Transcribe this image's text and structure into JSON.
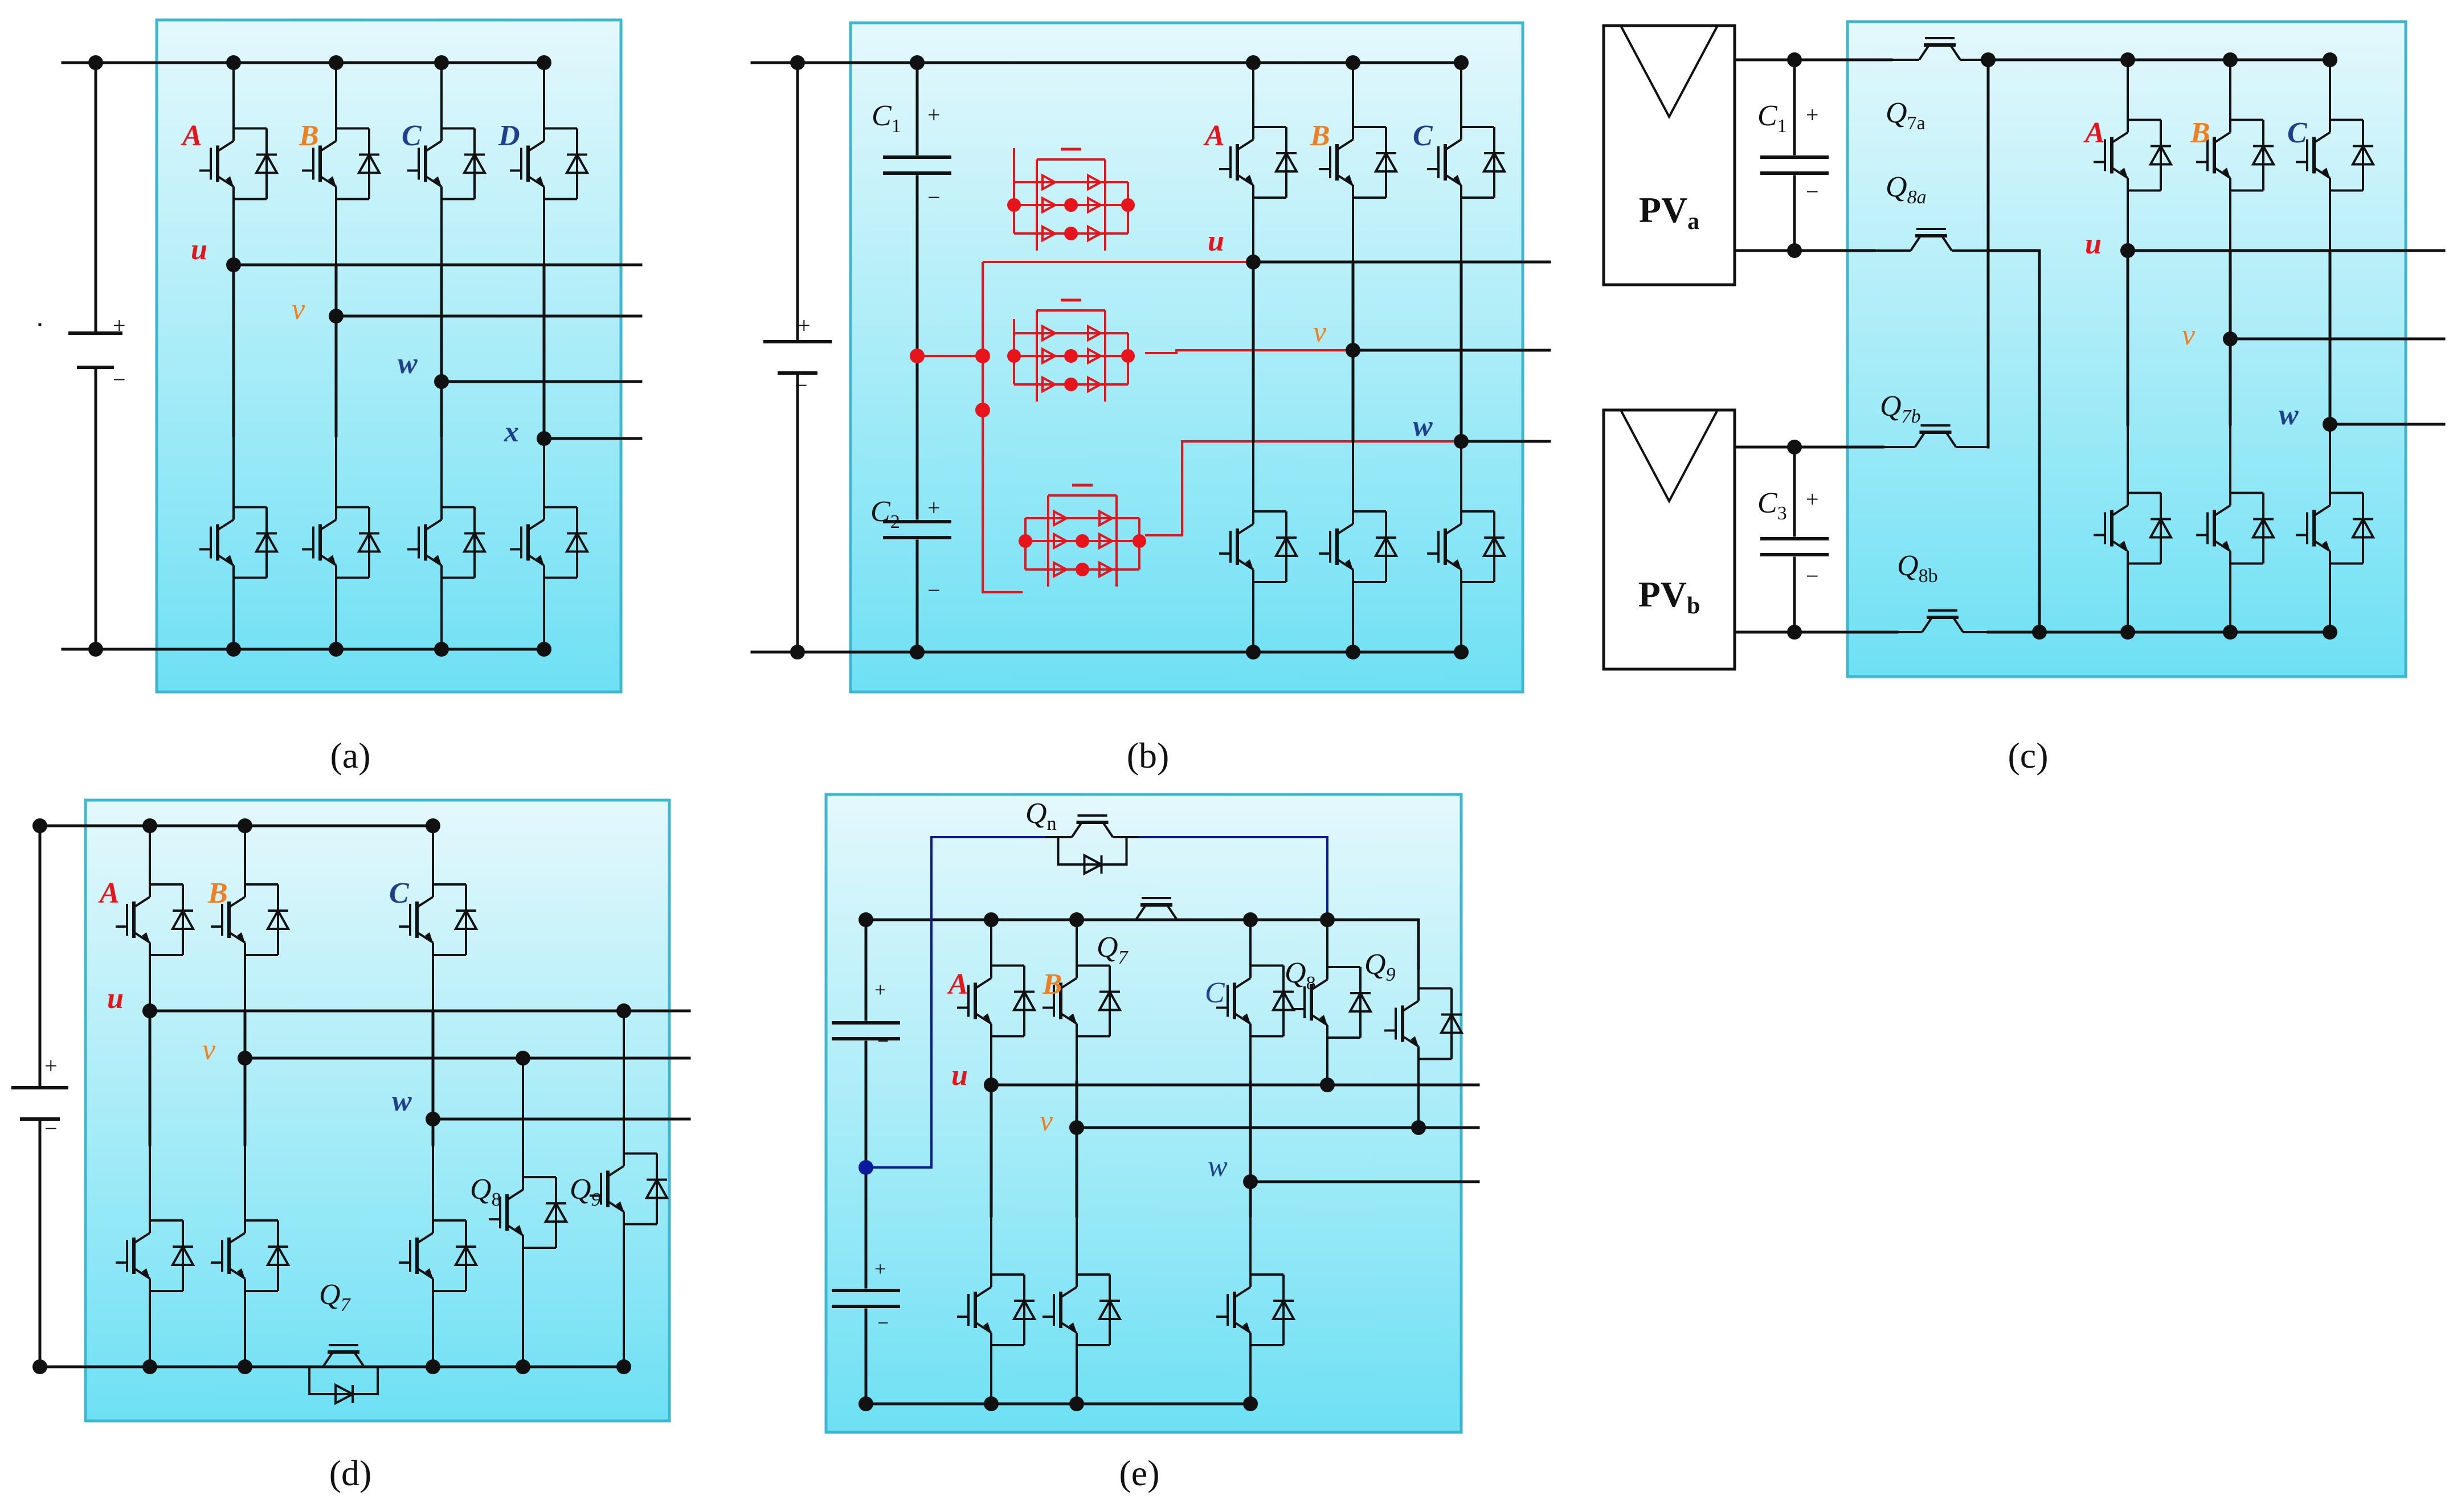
{
  "captions": {
    "a": "(a)",
    "b": "(b)",
    "c": "(c)",
    "d": "(d)",
    "e": "(e)"
  },
  "labels": {
    "A": "A",
    "B": "B",
    "C": "C",
    "D": "D",
    "u": "u",
    "v": "v",
    "w": "w",
    "x": "x",
    "plus": "+",
    "minus": "−",
    "C1": "C",
    "C1_sub": "1",
    "C2": "C",
    "C2_sub": "2",
    "C3": "C",
    "C3_sub": "3",
    "PVa": "PV",
    "PVa_sub": "a",
    "PVb": "PV",
    "PVb_sub": "b",
    "Q7a": "Q",
    "Q7a_sub": "7a",
    "Q8a": "Q",
    "Q8a_sub": "8a",
    "Q7b": "Q",
    "Q7b_sub": "7b",
    "Q8b": "Q",
    "Q8b_sub": "8b",
    "Q7": "Q",
    "Q7_sub": "7",
    "Q8": "Q",
    "Q8_sub": "8",
    "Q9": "Q",
    "Q9_sub": "9",
    "Qn": "Q",
    "Qn_sub": "n"
  },
  "colors": {
    "panel_top": "#e4f8fc",
    "panel_bottom": "#6ee0f4",
    "panel_border": "#3fb6d0",
    "wire": "#111111",
    "red": "#e8141c",
    "phase_A": "#e8141c",
    "phase_B": "#f07f22",
    "phase_C": "#1f3f8f",
    "navy": "#0a1a9a"
  }
}
